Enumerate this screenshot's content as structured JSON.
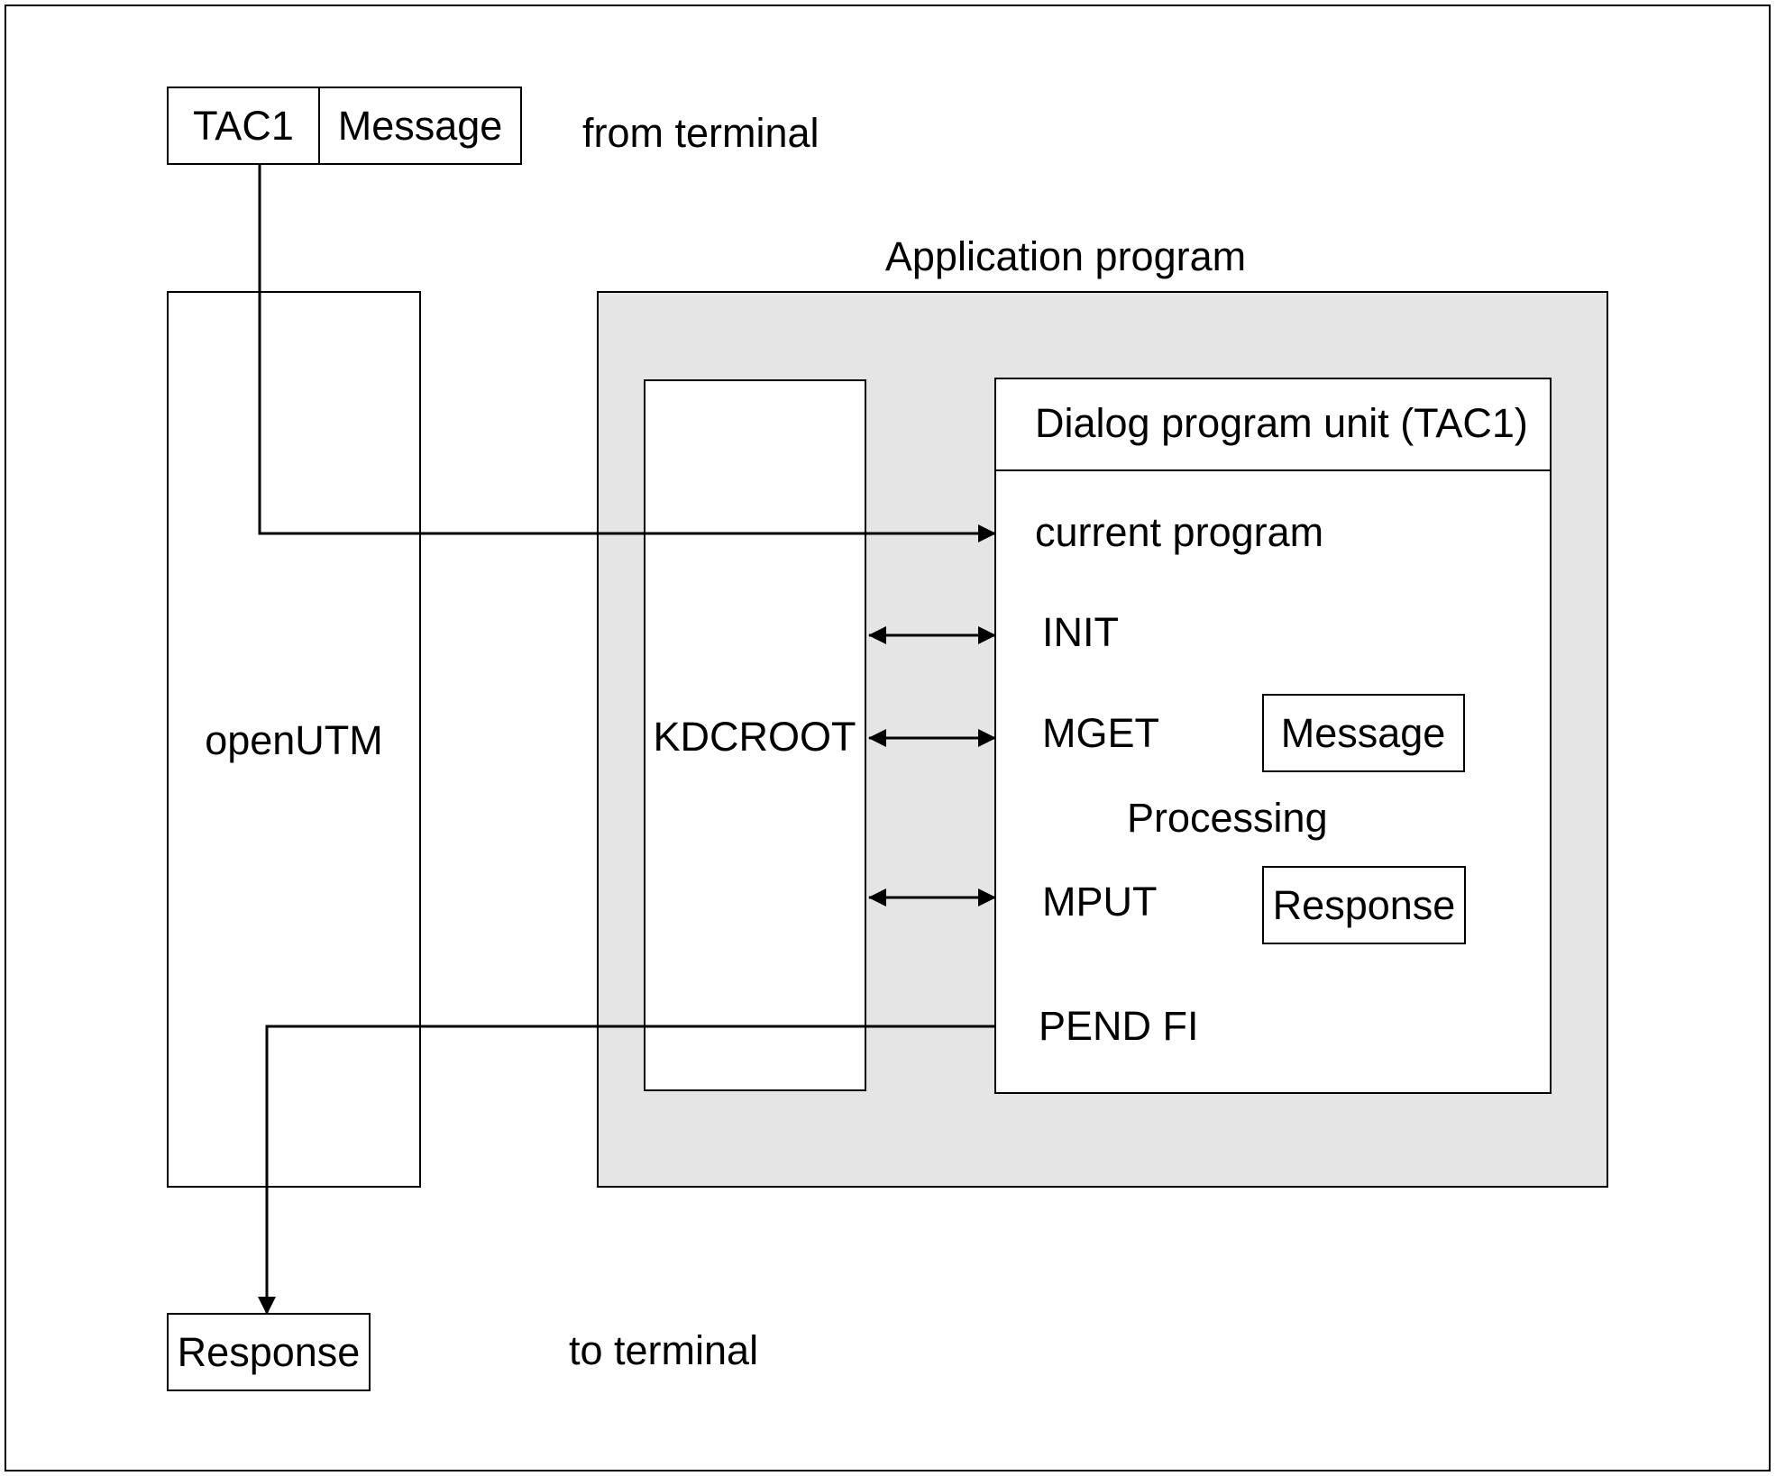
{
  "incoming": {
    "tac": "TAC1",
    "message": "Message",
    "caption": "from terminal"
  },
  "openutm": {
    "label": "openUTM"
  },
  "application": {
    "title": "Application program",
    "kdcroot": "KDCROOT",
    "dialog_unit": {
      "title": "Dialog program unit (TAC1)",
      "current_program": "current program",
      "init": "INIT",
      "mget": "MGET",
      "mget_box": "Message",
      "processing": "Processing",
      "mput": "MPUT",
      "mput_box": "Response",
      "pend": "PEND FI"
    }
  },
  "outgoing": {
    "response": "Response",
    "caption": "to terminal"
  },
  "colors": {
    "application_background": "#e5e5e5",
    "stroke": "#000000",
    "background": "#ffffff"
  }
}
